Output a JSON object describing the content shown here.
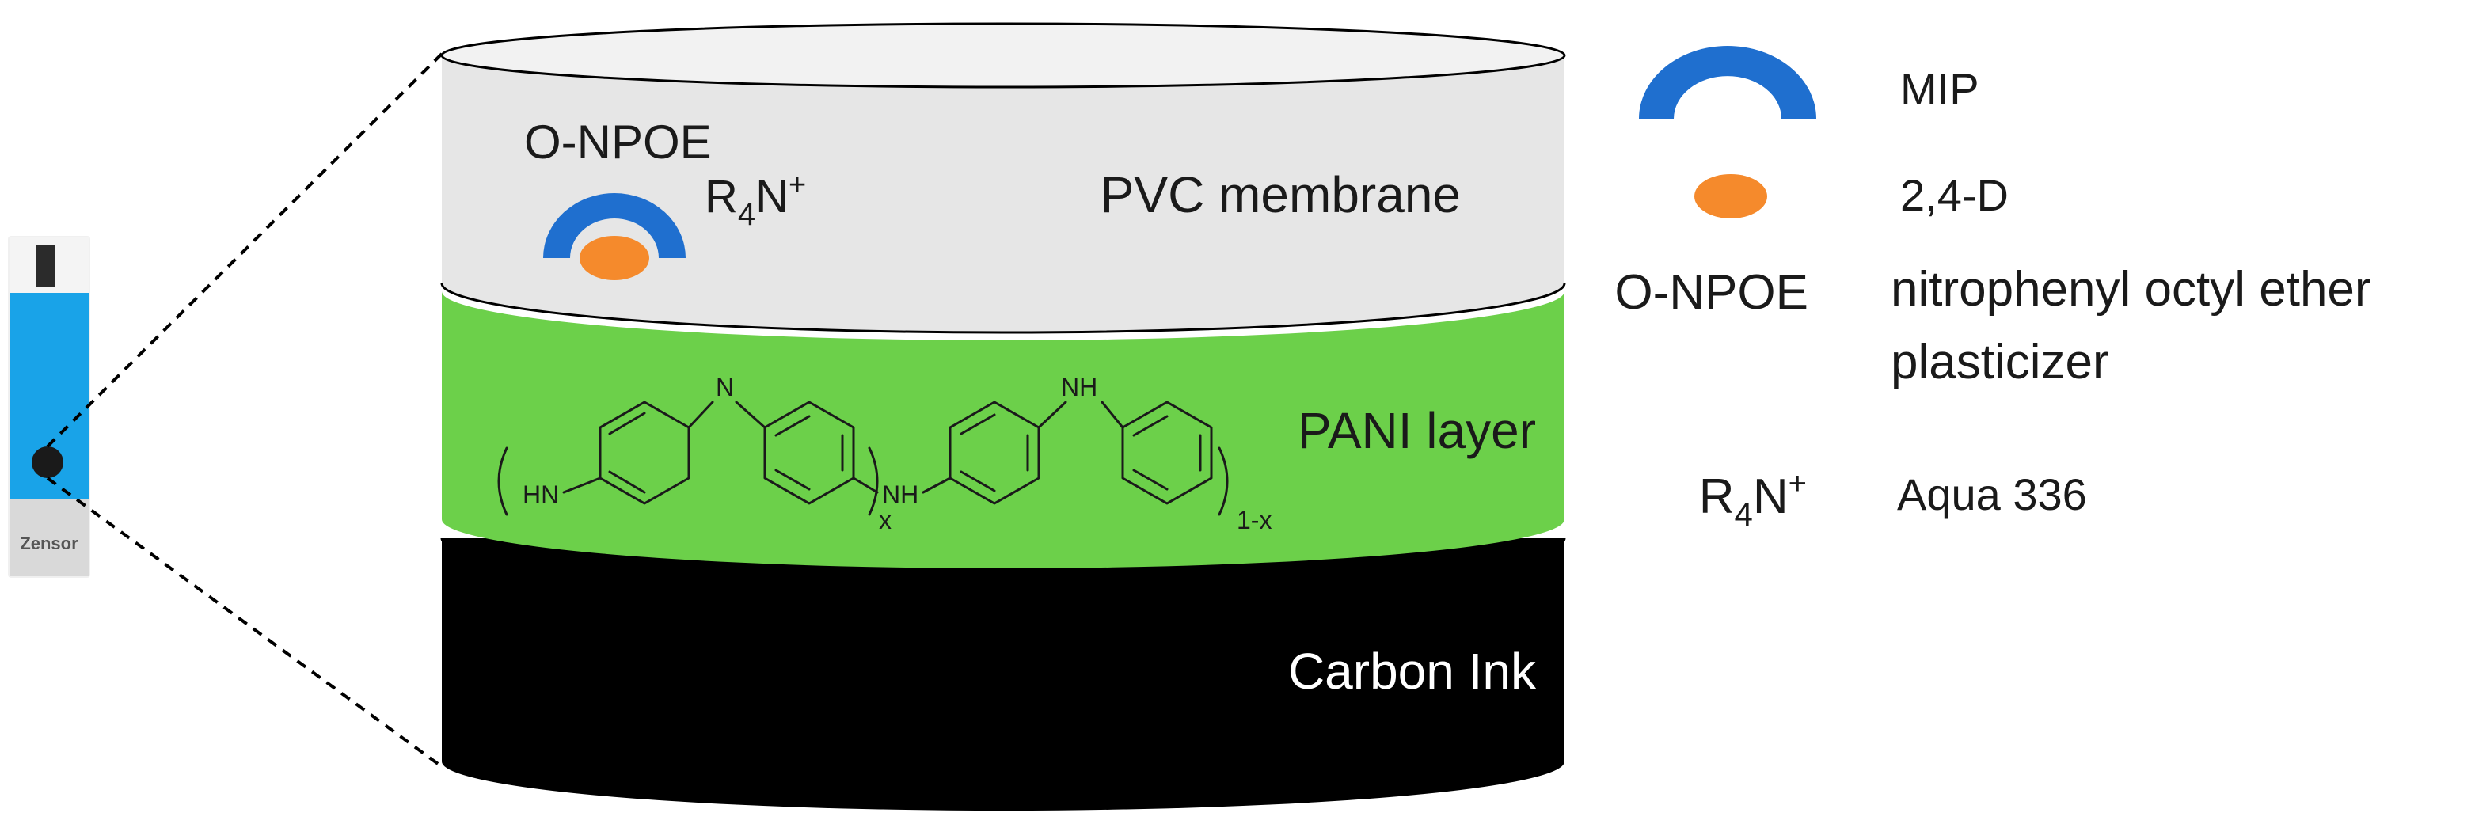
{
  "colors": {
    "pvc_layer": "#e6e6e6",
    "pani_layer": "#6cd04a",
    "carbon_layer": "#000000",
    "mip": "#1f6fcf",
    "analyte": "#f58a2c",
    "strip_body": "#19a3e8"
  },
  "electrode": {
    "brand": "Zensor"
  },
  "layers": {
    "pvc_label": "PVC membrane",
    "pani_label": "PANI layer",
    "carbon_label": "Carbon Ink"
  },
  "membrane_content": {
    "plasticizer": "O-NPOE",
    "ion_exchanger_main": "R",
    "ion_exchanger_sub": "4",
    "ion_exchanger_tail": "N",
    "ion_exchanger_sup": "+"
  },
  "pani_structure": {
    "amine_group": "HN",
    "imine_n": "N",
    "nh_bridge": "NH",
    "nh_top": "NH",
    "subscript_x": "x",
    "subscript_1x": "1-x"
  },
  "legend": [
    {
      "icon": "mip-icon",
      "label": "MIP"
    },
    {
      "icon": "analyte-icon",
      "label": "2,4-D"
    },
    {
      "term": "O-NPOE",
      "label_line1": "nitrophenyl octyl ether",
      "label_line2": "plasticizer"
    },
    {
      "term_main": "R",
      "term_sub": "4",
      "term_tail": "N",
      "term_sup": "+",
      "label": "Aqua 336"
    }
  ]
}
